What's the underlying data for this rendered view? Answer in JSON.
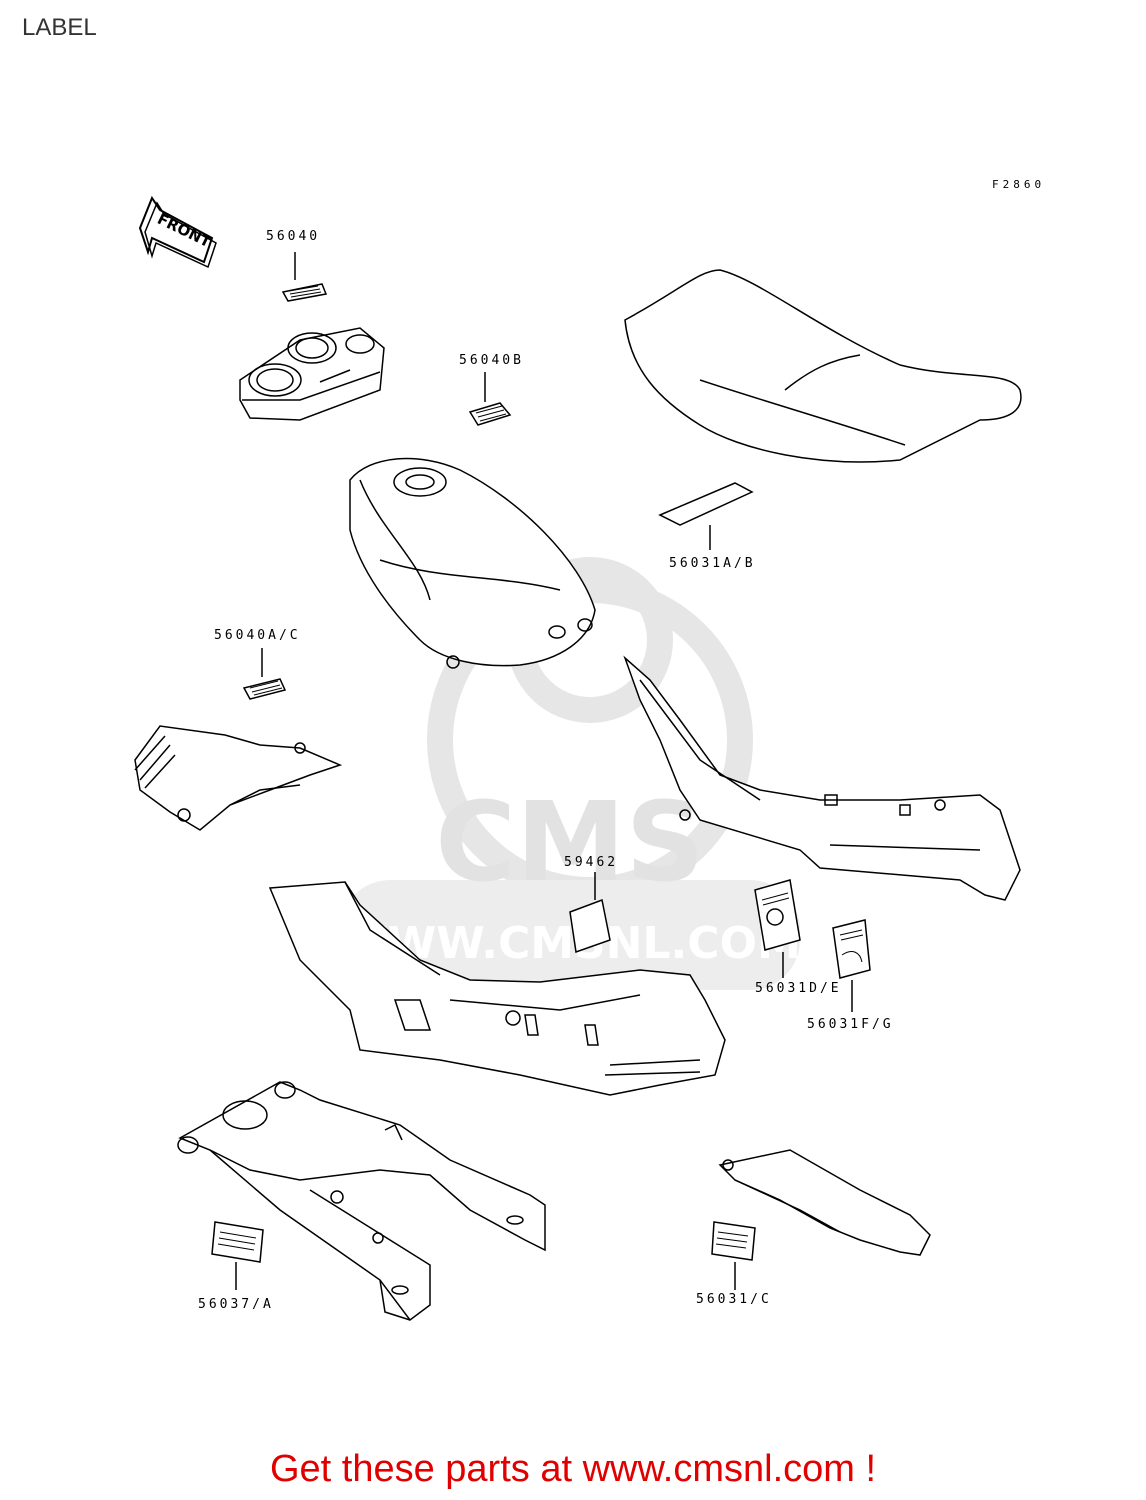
{
  "header": {
    "title": "LABEL",
    "figure_code": "F2860"
  },
  "direction_arrow": {
    "label": "FRONT"
  },
  "watermark": {
    "brand": "CMS",
    "url": "WWW.CMSNL.COM"
  },
  "callouts": [
    {
      "label": "56040"
    },
    {
      "label": "56040B"
    },
    {
      "label": "56031A/B"
    },
    {
      "label": "56040A/C"
    },
    {
      "label": "59462"
    },
    {
      "label": "56031D/E"
    },
    {
      "label": "56031F/G"
    },
    {
      "label": "56037/A"
    },
    {
      "label": "56031/C"
    }
  ],
  "footer": {
    "cta": "Get these parts at www.cmsnl.com !"
  }
}
